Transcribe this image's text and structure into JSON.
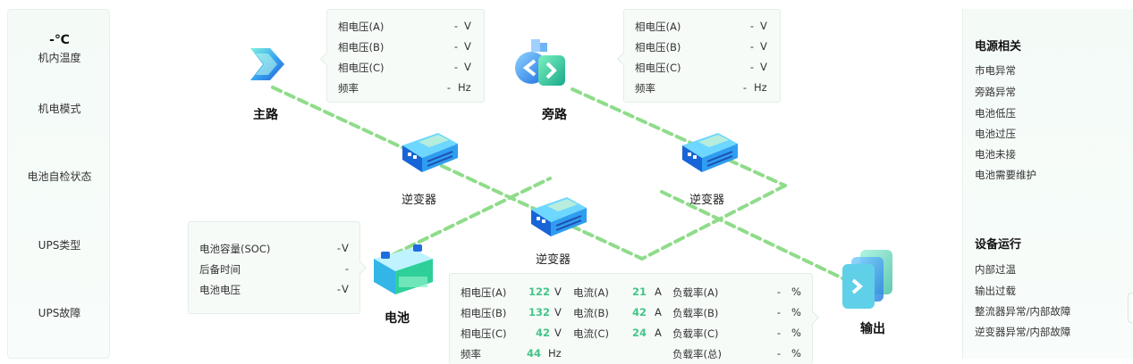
{
  "left_panel": {
    "temperature_value": "-℃",
    "temperature_label": "机内温度",
    "mode_label": "机电模式",
    "battery_selftest_label": "电池自检状态",
    "ups_type_label": "UPS类型",
    "ups_fault_label": "UPS故障"
  },
  "main_input": {
    "label": "主路",
    "rows": [
      {
        "label": "相电压(A)",
        "value": "-",
        "unit": "V"
      },
      {
        "label": "相电压(B)",
        "value": "-",
        "unit": "V"
      },
      {
        "label": "相电压(C)",
        "value": "-",
        "unit": "V"
      },
      {
        "label": "频率",
        "value": "-",
        "unit": "Hz"
      }
    ]
  },
  "bypass_input": {
    "label": "旁路",
    "rows": [
      {
        "label": "相电压(A)",
        "value": "-",
        "unit": "V"
      },
      {
        "label": "相电压(B)",
        "value": "-",
        "unit": "V"
      },
      {
        "label": "相电压(C)",
        "value": "-",
        "unit": "V"
      },
      {
        "label": "频率",
        "value": "-",
        "unit": "Hz"
      }
    ]
  },
  "inverter_label": "逆变器",
  "battery": {
    "label": "电池",
    "rows": [
      {
        "label": "电池容量(SOC)",
        "value": "-",
        "unit": "V"
      },
      {
        "label": "后备时间",
        "value": "-",
        "unit": ""
      },
      {
        "label": "电池电压",
        "value": "-",
        "unit": "V"
      }
    ]
  },
  "output": {
    "label": "输出",
    "voltage": [
      {
        "label": "相电压(A)",
        "value": "122",
        "unit": "V"
      },
      {
        "label": "相电压(B)",
        "value": "132",
        "unit": "V"
      },
      {
        "label": "相电压(C)",
        "value": "42",
        "unit": "V"
      },
      {
        "label": "频率",
        "value": "44",
        "unit": "Hz"
      }
    ],
    "current": [
      {
        "label": "电流(A)",
        "value": "21",
        "unit": "A"
      },
      {
        "label": "电流(B)",
        "value": "42",
        "unit": "A"
      },
      {
        "label": "电流(C)",
        "value": "24",
        "unit": "A"
      }
    ],
    "load": [
      {
        "label": "负载率(A)",
        "value": "-",
        "unit": "%"
      },
      {
        "label": "负载率(B)",
        "value": "-",
        "unit": "%"
      },
      {
        "label": "负载率(C)",
        "value": "-",
        "unit": "%"
      },
      {
        "label": "负载率(总)",
        "value": "-",
        "unit": "%"
      }
    ]
  },
  "power_alarms": {
    "title": "电源相关",
    "items": [
      "市电异常",
      "旁路异常",
      "电池低压",
      "电池过压",
      "电池未接",
      "电池需要维护"
    ]
  },
  "device_alarms": {
    "title": "设备运行",
    "items": [
      "内部过温",
      "输出过载",
      "整流器异常/内部故障",
      "逆变器异常/内部故障"
    ]
  },
  "colors": {
    "flow_line": "#8fdc8a",
    "value_green": "#43c488",
    "inverter_blue": "#1e88e5"
  }
}
